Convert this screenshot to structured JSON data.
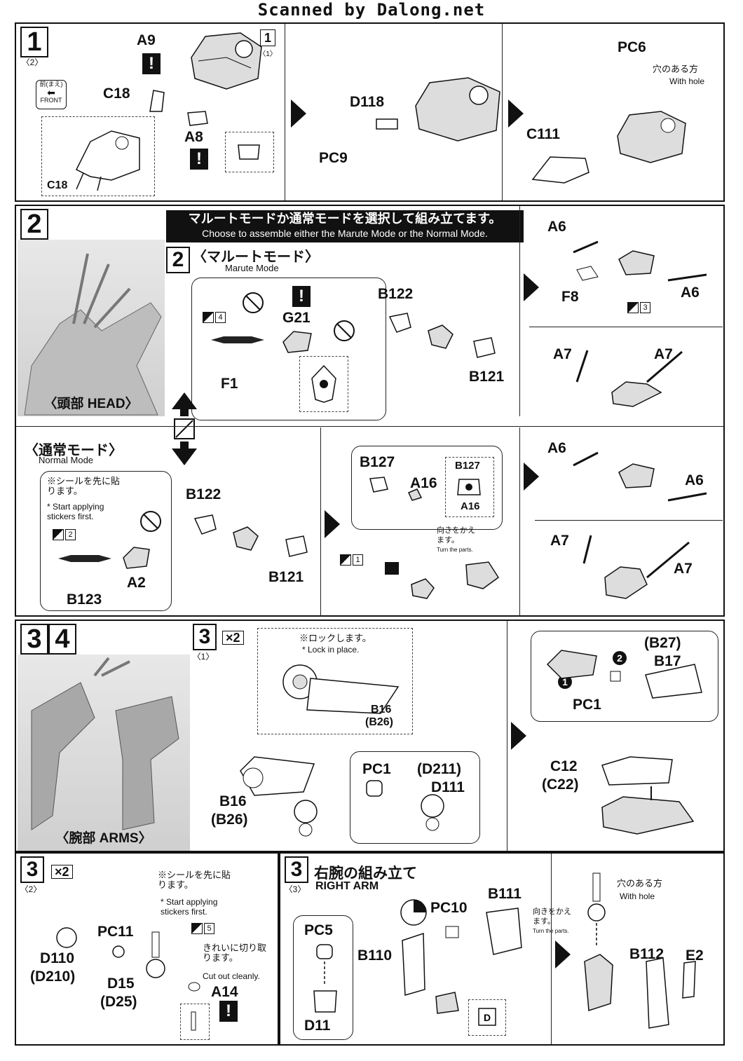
{
  "header": {
    "scan_credit": "Scanned by Dalong.net"
  },
  "step1": {
    "number": "1",
    "sub": "〈2〉",
    "ref_num": "1",
    "ref_sub": "〈1〉",
    "front_jp": "前(まえ)",
    "front_en": "FRONT",
    "parts": {
      "a9": "A9",
      "a8": "A8",
      "c18": "C18",
      "c18b": "C18",
      "d118": "D118",
      "pc9": "PC9",
      "pc6": "PC6",
      "c111": "C111"
    },
    "hole_jp": "穴のある方",
    "hole_en": "With hole"
  },
  "step2": {
    "number": "2",
    "banner_jp": "マルートモードか通常モードを選択して組み立てます。",
    "banner_en": "Choose to assemble either the Marute Mode or the Normal Mode.",
    "photo_caption": "〈頭部 HEAD〉",
    "marute": {
      "num": "2",
      "title_jp": "〈マルートモード〉",
      "title_en": "Marute Mode",
      "parts": {
        "g21": "G21",
        "f1": "F1",
        "b122": "B122",
        "b121": "B121",
        "a6a": "A6",
        "a6b": "A6",
        "f8": "F8",
        "a7a": "A7",
        "a7b": "A7"
      },
      "stickers": {
        "s4": "4",
        "s3": "3"
      }
    },
    "normal": {
      "title_jp": "〈通常モード〉",
      "title_en": "Normal Mode",
      "note_jp": "※シールを先に貼ります。",
      "note_en": "* Start applying stickers first.",
      "parts": {
        "a2": "A2",
        "b123": "B123",
        "b122": "B122",
        "b121": "B121",
        "b127": "B127",
        "a16": "A16",
        "b127b": "B127",
        "a16b": "A16",
        "a6a": "A6",
        "a6b": "A6",
        "a7a": "A7",
        "a7b": "A7"
      },
      "turn_jp": "向きをかえます。",
      "turn_en": "Turn the parts.",
      "stickers": {
        "s2": "2",
        "s1": "1"
      }
    }
  },
  "step34": {
    "number3": "3",
    "number4": "4",
    "photo_caption": "〈腕部 ARMS〉",
    "sub1": {
      "num": "3",
      "sub": "〈1〉",
      "times": "×2",
      "lock_jp": "※ロックします。",
      "lock_en": "* Lock in place.",
      "parts": {
        "b16": "B16",
        "b26": "(B26)",
        "b16b": "B16",
        "b26b": "(B26)",
        "pc1": "PC1",
        "d211": "(D211)",
        "d111": "D111",
        "b27": "(B27)",
        "b17": "B17",
        "pc1b": "PC1",
        "c12": "C12",
        "c22": "(C22)"
      },
      "order1": "1",
      "order2": "2"
    }
  },
  "step3b": {
    "num": "3",
    "sub": "〈2〉",
    "times": "×2",
    "note_jp": "※シールを先に貼ります。",
    "note_en": "* Start applying stickers first.",
    "sticker": "5",
    "cut_jp": "きれいに切り取ります。",
    "cut_en": "Cut out cleanly.",
    "parts": {
      "pc11": "PC11",
      "d110": "D110",
      "d210": "(D210)",
      "d15": "D15",
      "d25": "(D25)",
      "a14": "A14"
    }
  },
  "step3c": {
    "num": "3",
    "sub": "〈3〉",
    "title_jp": "右腕の組み立て",
    "title_en": "RIGHT ARM",
    "parts": {
      "pc5": "PC5",
      "d11": "D11",
      "pc10": "PC10",
      "b111": "B111",
      "b110": "B110",
      "b112": "B112",
      "e2": "E2"
    },
    "turn_jp": "向きをかえます。",
    "turn_en": "Turn the parts.",
    "hole_jp": "穴のある方",
    "hole_en": "With hole"
  }
}
